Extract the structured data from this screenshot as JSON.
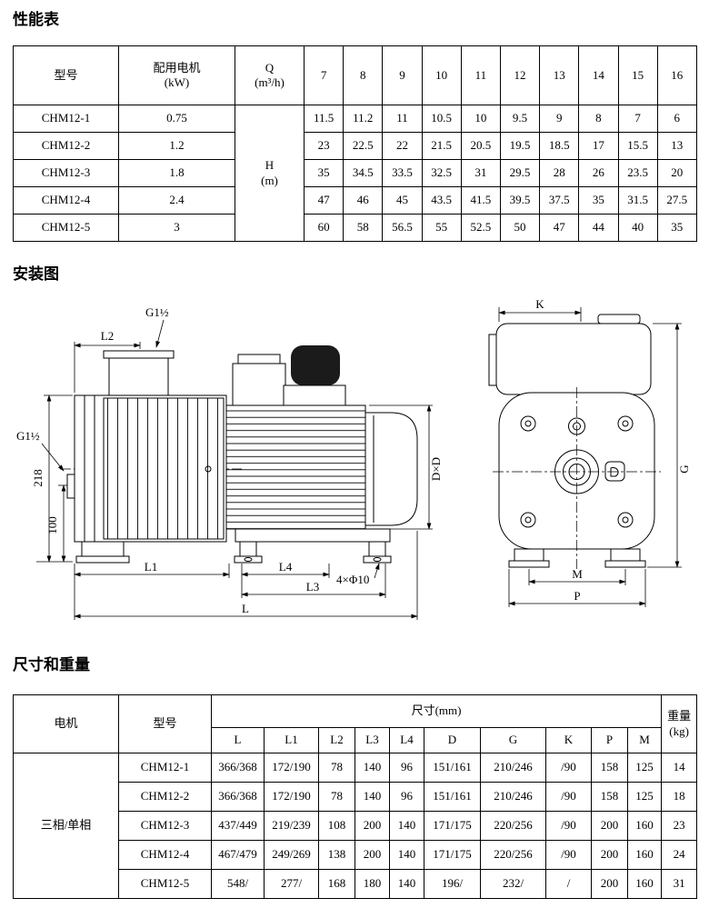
{
  "page": {
    "title_performance": "性能表",
    "title_installation": "安装图",
    "title_dimensions": "尺寸和重量"
  },
  "performance_table": {
    "col_model": "型号",
    "col_motor": "配用电机\n(kW)",
    "col_q": "Q\n(m³/h)",
    "flow_headers": [
      "7",
      "8",
      "9",
      "10",
      "11",
      "12",
      "13",
      "14",
      "15",
      "16"
    ],
    "h_label": "H\n(m)",
    "rows": [
      {
        "model": "CHM12-1",
        "motor": "0.75",
        "values": [
          "11.5",
          "11.2",
          "11",
          "10.5",
          "10",
          "9.5",
          "9",
          "8",
          "7",
          "6"
        ]
      },
      {
        "model": "CHM12-2",
        "motor": "1.2",
        "values": [
          "23",
          "22.5",
          "22",
          "21.5",
          "20.5",
          "19.5",
          "18.5",
          "17",
          "15.5",
          "13"
        ]
      },
      {
        "model": "CHM12-3",
        "motor": "1.8",
        "values": [
          "35",
          "34.5",
          "33.5",
          "32.5",
          "31",
          "29.5",
          "28",
          "26",
          "23.5",
          "20"
        ]
      },
      {
        "model": "CHM12-4",
        "motor": "2.4",
        "values": [
          "47",
          "46",
          "45",
          "43.5",
          "41.5",
          "39.5",
          "37.5",
          "35",
          "31.5",
          "27.5"
        ]
      },
      {
        "model": "CHM12-5",
        "motor": "3",
        "values": [
          "60",
          "58",
          "56.5",
          "55",
          "52.5",
          "50",
          "47",
          "44",
          "40",
          "35"
        ]
      }
    ]
  },
  "diagram": {
    "inlet_top_label": "G1½",
    "inlet_side_label": "G1½",
    "dim_l2": "L2",
    "dim_218": "218",
    "dim_100": "100",
    "dim_l1": "L1",
    "dim_l4": "L4",
    "dim_l3": "L3",
    "dim_l": "L",
    "holes_label": "4×Φ10",
    "dim_dxd": "D×D",
    "dim_k": "K",
    "dim_g": "G",
    "dim_m": "M",
    "dim_p": "P"
  },
  "dimensions_table": {
    "col_motor": "电机",
    "col_model": "型号",
    "col_dims": "尺寸(mm)",
    "col_weight": "重量\n(kg)",
    "dim_headers": [
      "L",
      "L1",
      "L2",
      "L3",
      "L4",
      "D",
      "G",
      "K",
      "P",
      "M"
    ],
    "motor_type": "三相/单相",
    "rows": [
      {
        "model": "CHM12-1",
        "values": [
          "366/368",
          "172/190",
          "78",
          "140",
          "96",
          "151/161",
          "210/246",
          "/90",
          "158",
          "125"
        ],
        "weight": "14"
      },
      {
        "model": "CHM12-2",
        "values": [
          "366/368",
          "172/190",
          "78",
          "140",
          "96",
          "151/161",
          "210/246",
          "/90",
          "158",
          "125"
        ],
        "weight": "18"
      },
      {
        "model": "CHM12-3",
        "values": [
          "437/449",
          "219/239",
          "108",
          "200",
          "140",
          "171/175",
          "220/256",
          "/90",
          "200",
          "160"
        ],
        "weight": "23"
      },
      {
        "model": "CHM12-4",
        "values": [
          "467/479",
          "249/269",
          "138",
          "200",
          "140",
          "171/175",
          "220/256",
          "/90",
          "200",
          "160"
        ],
        "weight": "24"
      },
      {
        "model": "CHM12-5",
        "values": [
          "548/",
          "277/",
          "168",
          "180",
          "140",
          "196/",
          "232/",
          "/",
          "200",
          "160"
        ],
        "weight": "31"
      }
    ]
  }
}
